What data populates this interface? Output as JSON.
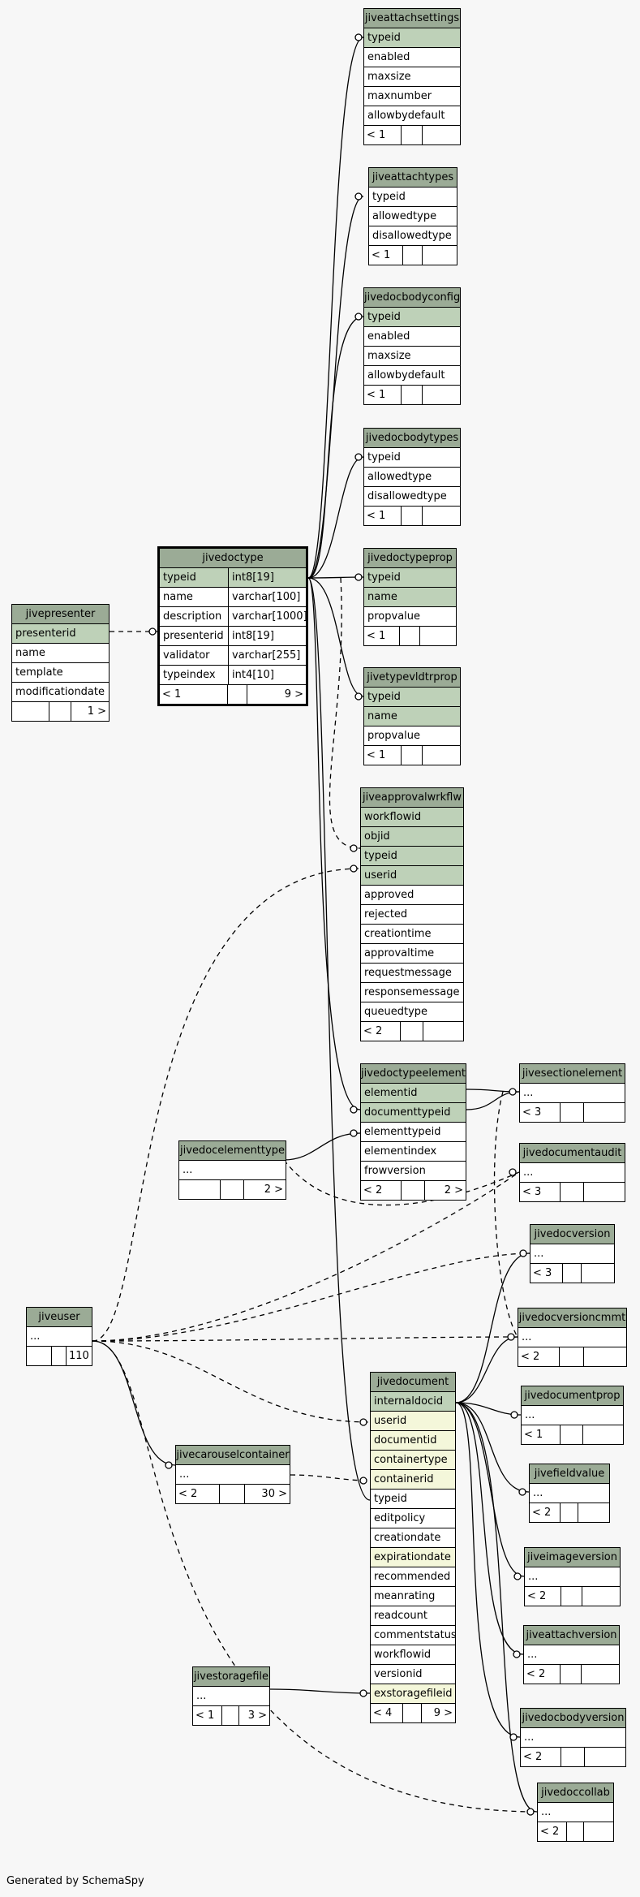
{
  "footer": "Generated by SchemaSpy",
  "tables": [
    {
      "id": "jiveattachsettings",
      "name": "jiveattachsettings",
      "cols": [
        {
          "n": "typeid",
          "s": "pk"
        },
        {
          "n": "enabled"
        },
        {
          "n": "maxsize"
        },
        {
          "n": "maxnumber"
        },
        {
          "n": "allowbydefault"
        }
      ],
      "foot": [
        "< 1",
        "",
        ""
      ]
    },
    {
      "id": "jiveattachtypes",
      "name": "jiveattachtypes",
      "cols": [
        {
          "n": "typeid"
        },
        {
          "n": "allowedtype"
        },
        {
          "n": "disallowedtype"
        }
      ],
      "foot": [
        "< 1",
        "",
        ""
      ]
    },
    {
      "id": "jivedocbodyconfig",
      "name": "jivedocbodyconfig",
      "cols": [
        {
          "n": "typeid",
          "s": "pk"
        },
        {
          "n": "enabled"
        },
        {
          "n": "maxsize"
        },
        {
          "n": "allowbydefault"
        }
      ],
      "foot": [
        "< 1",
        "",
        ""
      ]
    },
    {
      "id": "jivedocbodytypes",
      "name": "jivedocbodytypes",
      "cols": [
        {
          "n": "typeid"
        },
        {
          "n": "allowedtype"
        },
        {
          "n": "disallowedtype"
        }
      ],
      "foot": [
        "< 1",
        "",
        ""
      ]
    },
    {
      "id": "jivedoctypeprop",
      "name": "jivedoctypeprop",
      "cols": [
        {
          "n": "typeid",
          "s": "pk"
        },
        {
          "n": "name",
          "s": "pk"
        },
        {
          "n": "propvalue"
        }
      ],
      "foot": [
        "< 1",
        "",
        ""
      ]
    },
    {
      "id": "jivetypevldtrprop",
      "name": "jivetypevldtrprop",
      "cols": [
        {
          "n": "typeid",
          "s": "pk"
        },
        {
          "n": "name",
          "s": "pk"
        },
        {
          "n": "propvalue"
        }
      ],
      "foot": [
        "< 1",
        "",
        ""
      ]
    },
    {
      "id": "jiveapprovalwrkflw",
      "name": "jiveapprovalwrkflw",
      "cols": [
        {
          "n": "workflowid",
          "s": "pk"
        },
        {
          "n": "objid",
          "s": "pk"
        },
        {
          "n": "typeid",
          "s": "pk"
        },
        {
          "n": "userid",
          "s": "pk"
        },
        {
          "n": "approved"
        },
        {
          "n": "rejected"
        },
        {
          "n": "creationtime"
        },
        {
          "n": "approvaltime"
        },
        {
          "n": "requestmessage"
        },
        {
          "n": "responsemessage"
        },
        {
          "n": "queuedtype"
        }
      ],
      "foot": [
        "< 2",
        "",
        ""
      ]
    },
    {
      "id": "jivedoctype",
      "name": "jivedoctype",
      "focus": true,
      "cols": [
        {
          "n": "typeid",
          "t": "int8[19]",
          "s": "pk"
        },
        {
          "n": "name",
          "t": "varchar[100]"
        },
        {
          "n": "description",
          "t": "varchar[1000]"
        },
        {
          "n": "presenterid",
          "t": "int8[19]"
        },
        {
          "n": "validator",
          "t": "varchar[255]"
        },
        {
          "n": "typeindex",
          "t": "int4[10]"
        }
      ],
      "foot": [
        "< 1",
        "",
        "9 >"
      ]
    },
    {
      "id": "jivepresenter",
      "name": "jivepresenter",
      "cols": [
        {
          "n": "presenterid",
          "s": "pk"
        },
        {
          "n": "name"
        },
        {
          "n": "template"
        },
        {
          "n": "modificationdate"
        }
      ],
      "foot": [
        "",
        "",
        "1 >"
      ]
    },
    {
      "id": "jivedoctypeelement",
      "name": "jivedoctypeelement",
      "cols": [
        {
          "n": "elementid",
          "s": "pk"
        },
        {
          "n": "documenttypeid",
          "s": "pk"
        },
        {
          "n": "elementtypeid"
        },
        {
          "n": "elementindex"
        },
        {
          "n": "frowversion"
        }
      ],
      "foot": [
        "< 2",
        "",
        "2 >"
      ]
    },
    {
      "id": "jivedocelementtype",
      "name": "jivedocelementtype",
      "cols": [
        {
          "n": "..."
        }
      ],
      "foot": [
        "",
        "",
        "2 >"
      ]
    },
    {
      "id": "jivesectionelement",
      "name": "jivesectionelement",
      "cols": [
        {
          "n": "..."
        }
      ],
      "foot": [
        "< 3",
        "",
        ""
      ]
    },
    {
      "id": "jivedocumentaudit",
      "name": "jivedocumentaudit",
      "cols": [
        {
          "n": "..."
        }
      ],
      "foot": [
        "< 3",
        "",
        ""
      ]
    },
    {
      "id": "jivedocversion",
      "name": "jivedocversion",
      "cols": [
        {
          "n": "..."
        }
      ],
      "foot": [
        "< 3",
        "",
        ""
      ]
    },
    {
      "id": "jivedocversioncmmt",
      "name": "jivedocversioncmmt",
      "cols": [
        {
          "n": "..."
        }
      ],
      "foot": [
        "< 2",
        "",
        ""
      ]
    },
    {
      "id": "jiveuser",
      "name": "jiveuser",
      "cols": [
        {
          "n": "..."
        }
      ],
      "foot": [
        "",
        "",
        "110 >"
      ]
    },
    {
      "id": "jivedocument",
      "name": "jivedocument",
      "cols": [
        {
          "n": "internaldocid",
          "s": "pk"
        },
        {
          "n": "userid",
          "s": "idx"
        },
        {
          "n": "documentid",
          "s": "idx"
        },
        {
          "n": "containertype",
          "s": "idx"
        },
        {
          "n": "containerid",
          "s": "idx"
        },
        {
          "n": "typeid"
        },
        {
          "n": "editpolicy"
        },
        {
          "n": "creationdate"
        },
        {
          "n": "expirationdate",
          "s": "idx"
        },
        {
          "n": "recommended"
        },
        {
          "n": "meanrating"
        },
        {
          "n": "readcount"
        },
        {
          "n": "commentstatus"
        },
        {
          "n": "workflowid"
        },
        {
          "n": "versionid"
        },
        {
          "n": "exstoragefileid",
          "s": "idx"
        }
      ],
      "foot": [
        "< 4",
        "",
        "9 >"
      ]
    },
    {
      "id": "jivedocumentprop",
      "name": "jivedocumentprop",
      "cols": [
        {
          "n": "..."
        }
      ],
      "foot": [
        "< 1",
        "",
        ""
      ]
    },
    {
      "id": "jivecarouselcontainer",
      "name": "jivecarouselcontainer",
      "cols": [
        {
          "n": "..."
        }
      ],
      "foot": [
        "< 2",
        "",
        "30 >"
      ]
    },
    {
      "id": "jivefieldvalue",
      "name": "jivefieldvalue",
      "cols": [
        {
          "n": "..."
        }
      ],
      "foot": [
        "< 2",
        "",
        ""
      ]
    },
    {
      "id": "jiveimageversion",
      "name": "jiveimageversion",
      "cols": [
        {
          "n": "..."
        }
      ],
      "foot": [
        "< 2",
        "",
        ""
      ]
    },
    {
      "id": "jiveattachversion",
      "name": "jiveattachversion",
      "cols": [
        {
          "n": "..."
        }
      ],
      "foot": [
        "< 2",
        "",
        ""
      ]
    },
    {
      "id": "jivestoragefile",
      "name": "jivestoragefile",
      "cols": [
        {
          "n": "..."
        }
      ],
      "foot": [
        "< 1",
        "",
        "3 >"
      ]
    },
    {
      "id": "jivedocbodyversion",
      "name": "jivedocbodyversion",
      "cols": [
        {
          "n": "..."
        }
      ],
      "foot": [
        "< 2",
        "",
        ""
      ]
    },
    {
      "id": "jivedoccollab",
      "name": "jivedoccollab",
      "cols": [
        {
          "n": "..."
        }
      ],
      "foot": [
        "< 2",
        "",
        ""
      ]
    }
  ]
}
